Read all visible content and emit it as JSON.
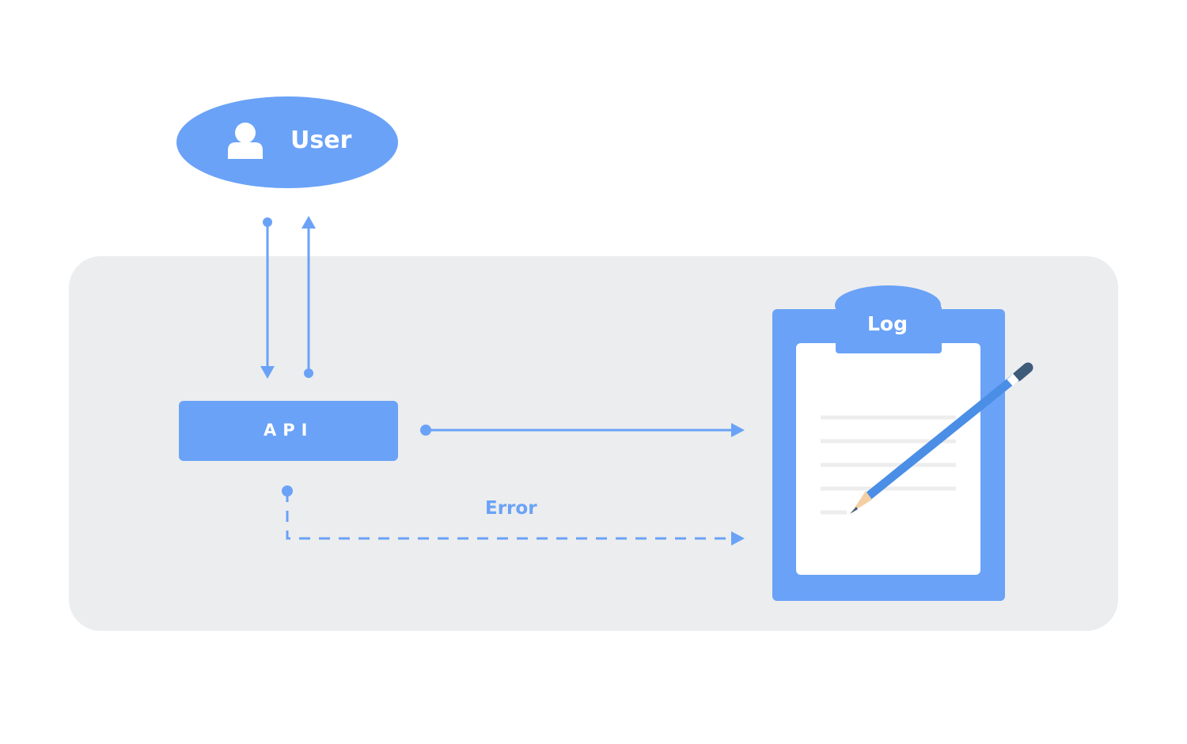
{
  "colors": {
    "accent": "#6aa2f7",
    "panel": "#ecedef",
    "paper": "#ffffff",
    "paper_lines": "#ededed",
    "pencil_body": "#4a8ee6",
    "pencil_cap": "#3f5b7a",
    "pencil_wood": "#f3cfa3"
  },
  "nodes": {
    "user": {
      "label": "User",
      "icon": "person-icon"
    },
    "api": {
      "label": "API"
    },
    "log": {
      "label": "Log",
      "icon": "clipboard-pencil-icon"
    }
  },
  "edges": {
    "error_label": "Error"
  }
}
